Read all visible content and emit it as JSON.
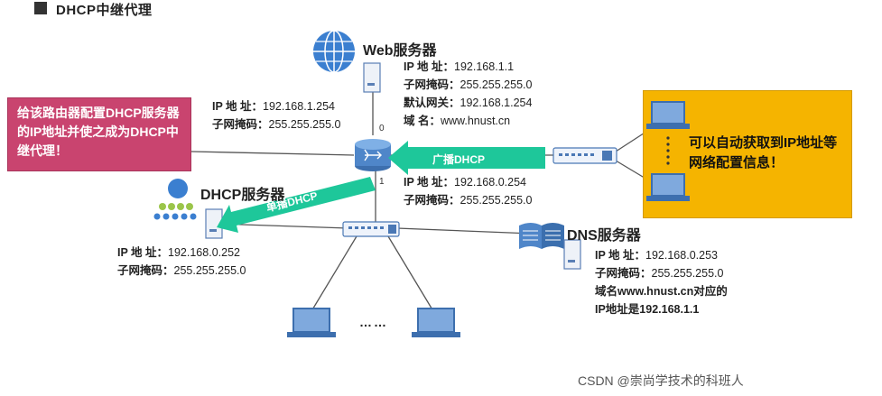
{
  "title": "DHCP中继代理",
  "router": {
    "ip_key": "IP 地  址：",
    "ip": "192.168.1.254",
    "mask_key": "子网掩码：",
    "mask": "255.255.255.0",
    "port0": "0",
    "port1": "1",
    "ip2_key": "IP 地  址：",
    "ip2": "192.168.0.254",
    "mask2_key": "子网掩码：",
    "mask2": "255.255.255.0"
  },
  "web_server": {
    "name": "Web服务器",
    "ip_key": "IP 地  址：",
    "ip": "192.168.1.1",
    "mask_key": "子网掩码：",
    "mask": "255.255.255.0",
    "gw_key": "默认网关：",
    "gw": "192.168.1.254",
    "domain_key": "域      名：",
    "domain": "www.hnust.cn"
  },
  "dhcp_server": {
    "name": "DHCP服务器",
    "ip_key": "IP 地  址：",
    "ip": "192.168.0.252",
    "mask_key": "子网掩码：",
    "mask": "255.255.255.0"
  },
  "dns_server": {
    "name": "DNS服务器",
    "ip_key": "IP 地  址：",
    "ip": "192.168.0.253",
    "mask_key": "子网掩码：",
    "mask": "255.255.255.0",
    "note1": "域名www.hnust.cn对应的",
    "note2": "IP地址是192.168.1.1"
  },
  "callout_pink": "给该路由器配置DHCP服务器的IP地址并使之成为DHCP中继代理！",
  "callout_yellow": "可以自动获取到IP地址等网络配置信息！",
  "broadcast_label": "广播DHCP",
  "unicast_label": "单播DHCP",
  "hosts_ellipsis": "……",
  "watermark": "CSDN @崇尚学技术的科班人",
  "colors": {
    "pink": "#c9446f",
    "yellow": "#f5b400",
    "arrow_green": "#1ec79a",
    "server_blue": "#3b7fd0"
  }
}
